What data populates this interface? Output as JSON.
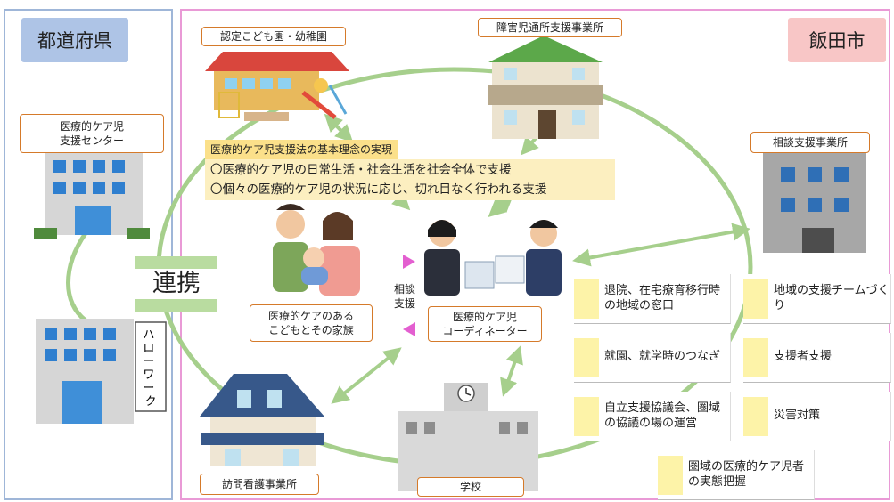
{
  "regions": {
    "prefecture": "都道府県",
    "city": "飯田市"
  },
  "renkei": "連携",
  "nodes": {
    "kindergarten": "認定こども園・幼稚園",
    "disability_day": "障害児通所支援事業所",
    "consult_office": "相談支援事業所",
    "care_center_line1": "医療的ケア児",
    "care_center_line2": "支援センター",
    "visiting_nursing": "訪問看護事業所",
    "school": "学校",
    "family_line1": "医療的ケアのある",
    "family_line2": "こどもとその家族",
    "coordinator_line1": "医療的ケア児",
    "coordinator_line2": "コーディネーター"
  },
  "hellowork_chars": [
    "ハ",
    "ロ",
    "ー",
    "ワ",
    "ー",
    "ク"
  ],
  "ideal": {
    "heading": "医療的ケア児支援法の基本理念の実現",
    "lines": [
      "〇医療的ケア児の日常生活・社会生活を社会全体で支援",
      "〇個々の医療的ケア児の状況に応じ、切れ目なく行われる支援"
    ]
  },
  "consult_label": {
    "line1": "相談",
    "line2": "支援"
  },
  "notes": {
    "discharge": "退院、在宅療育移行時の地域の窓口",
    "team": "地域の支援チームづくり",
    "school_entry": "就園、就学時のつなぎ",
    "supporter": "支援者支援",
    "council": "自立支援協議会、圏域の協議の場の運営",
    "disaster": "災害対策",
    "survey": "圏域の医療的ケア児者の実態把握"
  },
  "colors": {
    "cycle_green": "#a6cf8c",
    "panel_blue": "#9fb6d8",
    "panel_pink": "#e99ad6",
    "ellipse_pink": "#f7c8f1",
    "heading_yellow": "#fbe08a",
    "body_yellow": "#fcefc0",
    "label_orange": "#d57a2a"
  }
}
